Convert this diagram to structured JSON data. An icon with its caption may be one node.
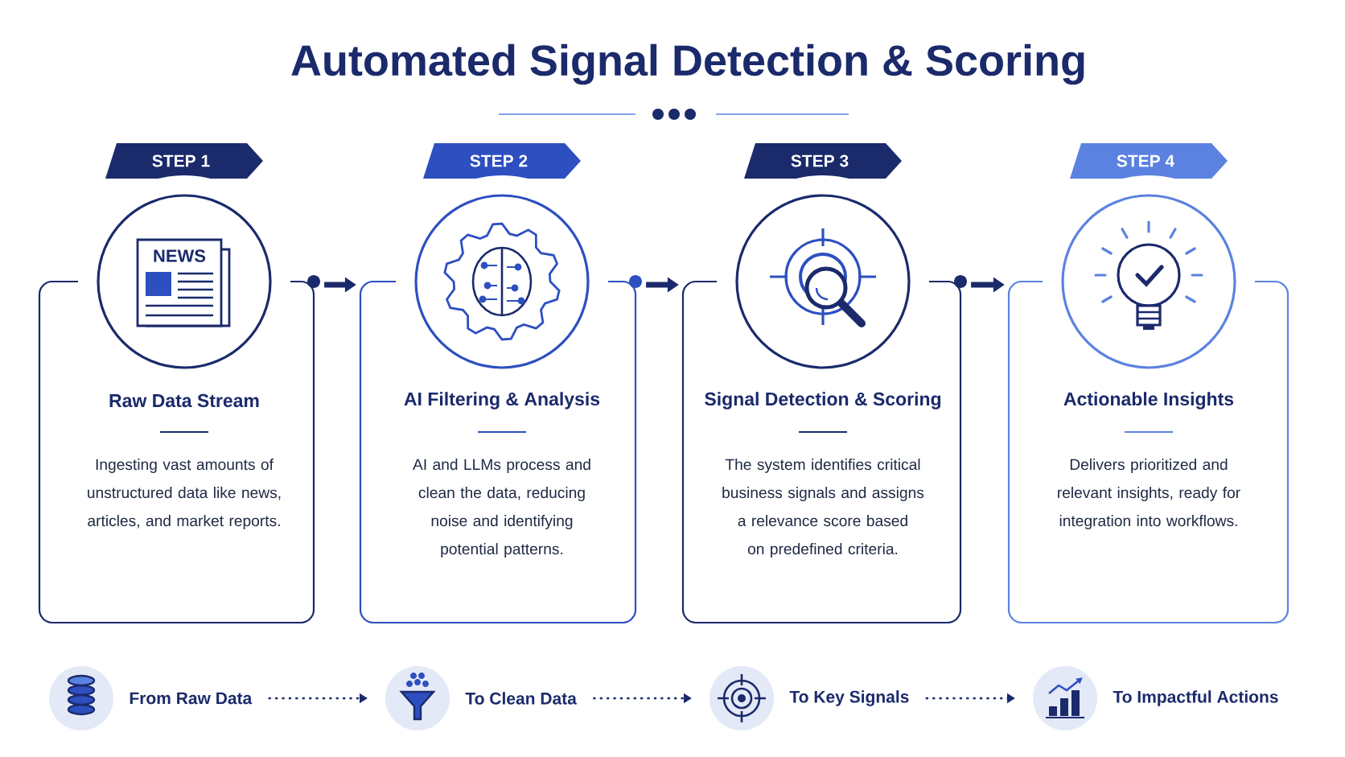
{
  "diagram": {
    "title": "Automated Signal Detection & Scoring",
    "nodes": [
      {
        "text": [
          "STEP 1"
        ]
      },
      {
        "text": [
          "Raw Data Stream",
          "Ingesting vast amounts of unstructured data like news, articles, and market reports."
        ]
      },
      {
        "text": [
          "STEP 2"
        ]
      },
      {
        "text": [
          "AI Filtering & Analysis",
          "AI and LLMs process and clean the data, reducing noise and identifying potential patterns."
        ]
      },
      {
        "text": [
          "STEP 3"
        ]
      },
      {
        "text": [
          "Signal Detection & Scoring",
          "The system identifies critical business signals and assigns a relevance score based on predefined criteria."
        ]
      },
      {
        "text": [
          "STEP 4"
        ]
      },
      {
        "text": [
          "Actionable Insights",
          "Delivers prioritized and relevant insights, ready for integration into workflows."
        ]
      },
      {
        "text": [
          "From Raw Data"
        ]
      },
      {
        "text": [
          "To Clean Data"
        ]
      },
      {
        "text": [
          "To Key Signals"
        ]
      },
      {
        "text": [
          "To Impactful Actions"
        ]
      }
    ],
    "edges": [
      {
        "from": 1,
        "to": 3,
        "arrow": "to",
        "style": "thick"
      },
      {
        "from": 3,
        "to": 5,
        "arrow": "to",
        "style": "thick"
      },
      {
        "from": 5,
        "to": 7,
        "arrow": "to",
        "style": "thick"
      },
      {
        "from": 8,
        "to": 9,
        "arrow": "to",
        "style": "dashed"
      },
      {
        "from": 9,
        "to": 10,
        "arrow": "to",
        "style": "dashed"
      },
      {
        "from": 10,
        "to": 11,
        "arrow": "to",
        "style": "dashed"
      }
    ],
    "labels": [
      "NEWS"
    ]
  }
}
